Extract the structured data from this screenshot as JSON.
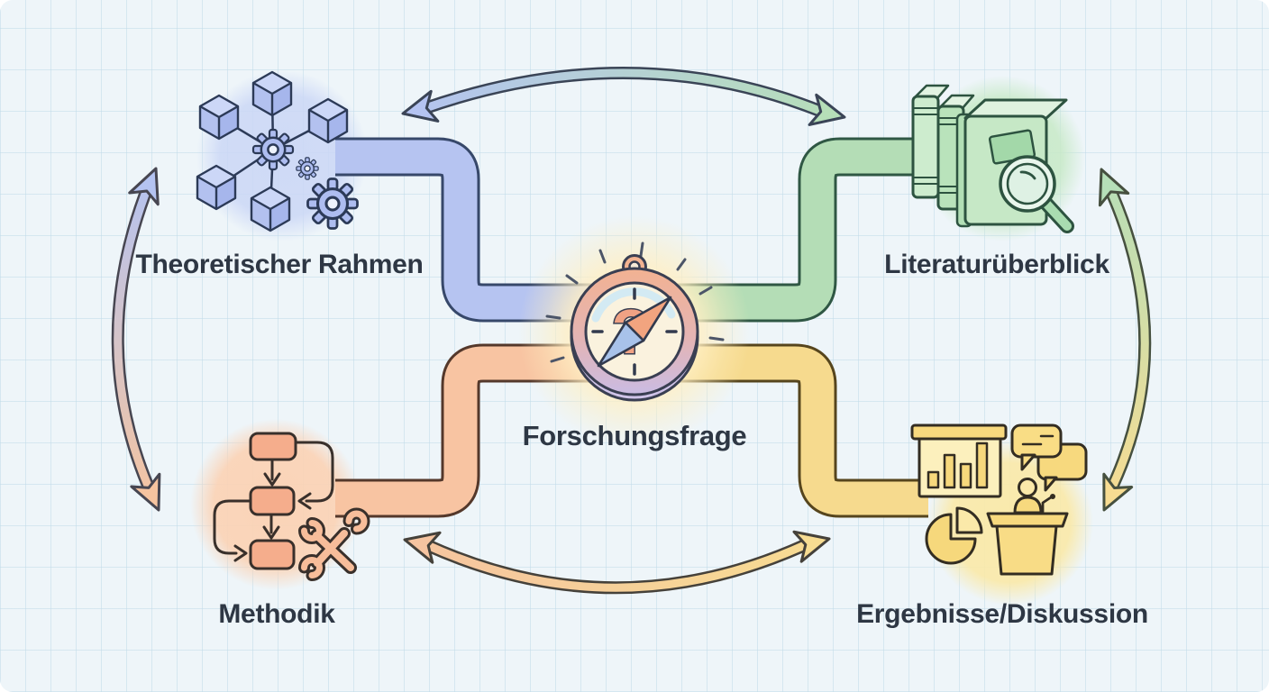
{
  "diagram": {
    "kind": "research-structure-map",
    "background": {
      "base_color": "#eef5f9",
      "grid_line_color": "#c1dbe9"
    }
  },
  "center": {
    "label": "Forschungsfrage",
    "icon": "compass-question-mark",
    "symbol": "?",
    "glow_color": "#fff3cd",
    "bezel_top_color": "#f2b292",
    "bezel_bottom_color": "#c9bce5"
  },
  "nodes": [
    {
      "id": "theoretischer-rahmen",
      "label": "Theoretischer Rahmen",
      "icon": "cube-network-gears",
      "color": "#b6c4f1",
      "position": "top-left"
    },
    {
      "id": "literaturueberblick",
      "label": "Literaturüberblick",
      "icon": "books-magnifier",
      "color": "#b4ddb6",
      "position": "top-right"
    },
    {
      "id": "methodik",
      "label": "Methodik",
      "icon": "flowchart-wrenches",
      "color": "#f8c4a2",
      "position": "bottom-left"
    },
    {
      "id": "ergebnisse-diskussion",
      "label": "Ergebnisse/Diskussion",
      "icon": "presentation-pie-podium-speech",
      "color": "#f6da8e",
      "position": "bottom-right"
    }
  ],
  "connections": [
    {
      "from": "theoretischer-rahmen",
      "to": "center",
      "style": "thick-pipe",
      "color": "#b6c4f1"
    },
    {
      "from": "literaturueberblick",
      "to": "center",
      "style": "thick-pipe",
      "color": "#b4ddb6"
    },
    {
      "from": "methodik",
      "to": "center",
      "style": "thick-pipe",
      "color": "#f8c4a2"
    },
    {
      "from": "ergebnisse-diskussion",
      "to": "center",
      "style": "thick-pipe",
      "color": "#f6da8e"
    },
    {
      "from": "theoretischer-rahmen",
      "to": "literaturueberblick",
      "style": "double-arrow",
      "gradient": [
        "#b4c3f1",
        "#b6dfb8"
      ]
    },
    {
      "from": "methodik",
      "to": "ergebnisse-diskussion",
      "style": "double-arrow",
      "gradient": [
        "#f6c4a0",
        "#f7dc92"
      ]
    },
    {
      "from": "theoretischer-rahmen",
      "to": "methodik",
      "style": "double-arrow",
      "gradient": [
        "#b4c3f1",
        "#f6c4a0"
      ]
    },
    {
      "from": "literaturueberblick",
      "to": "ergebnisse-diskussion",
      "style": "double-arrow",
      "gradient": [
        "#b6dfb8",
        "#f7dc92"
      ]
    }
  ]
}
